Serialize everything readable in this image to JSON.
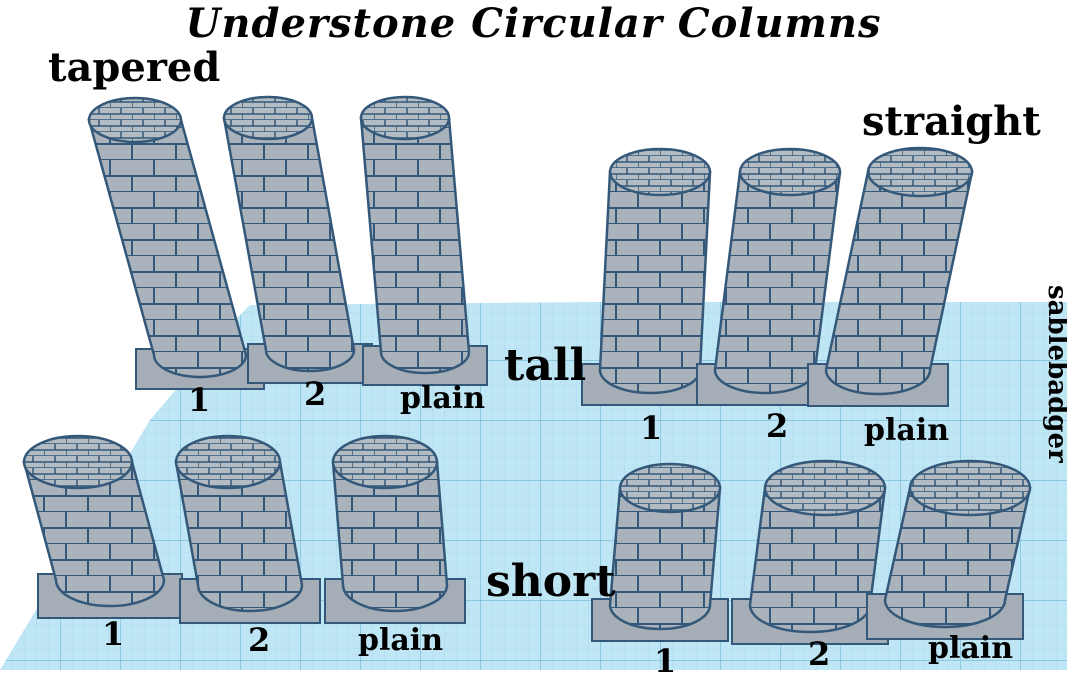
{
  "title": "Understone Circular Columns",
  "groups": {
    "tapered": "tapered",
    "straight": "straight"
  },
  "rows": {
    "tall": "tall",
    "short": "short"
  },
  "author": "sablebadger",
  "variant_labels": [
    "1",
    "2",
    "plain"
  ],
  "colors": {
    "grid_plane": "#bfe6f4",
    "grid_line": "#8cc8e0",
    "stone_fill": "#aab3bb",
    "stone_outline": "#34587a",
    "label_text": "#000000"
  }
}
